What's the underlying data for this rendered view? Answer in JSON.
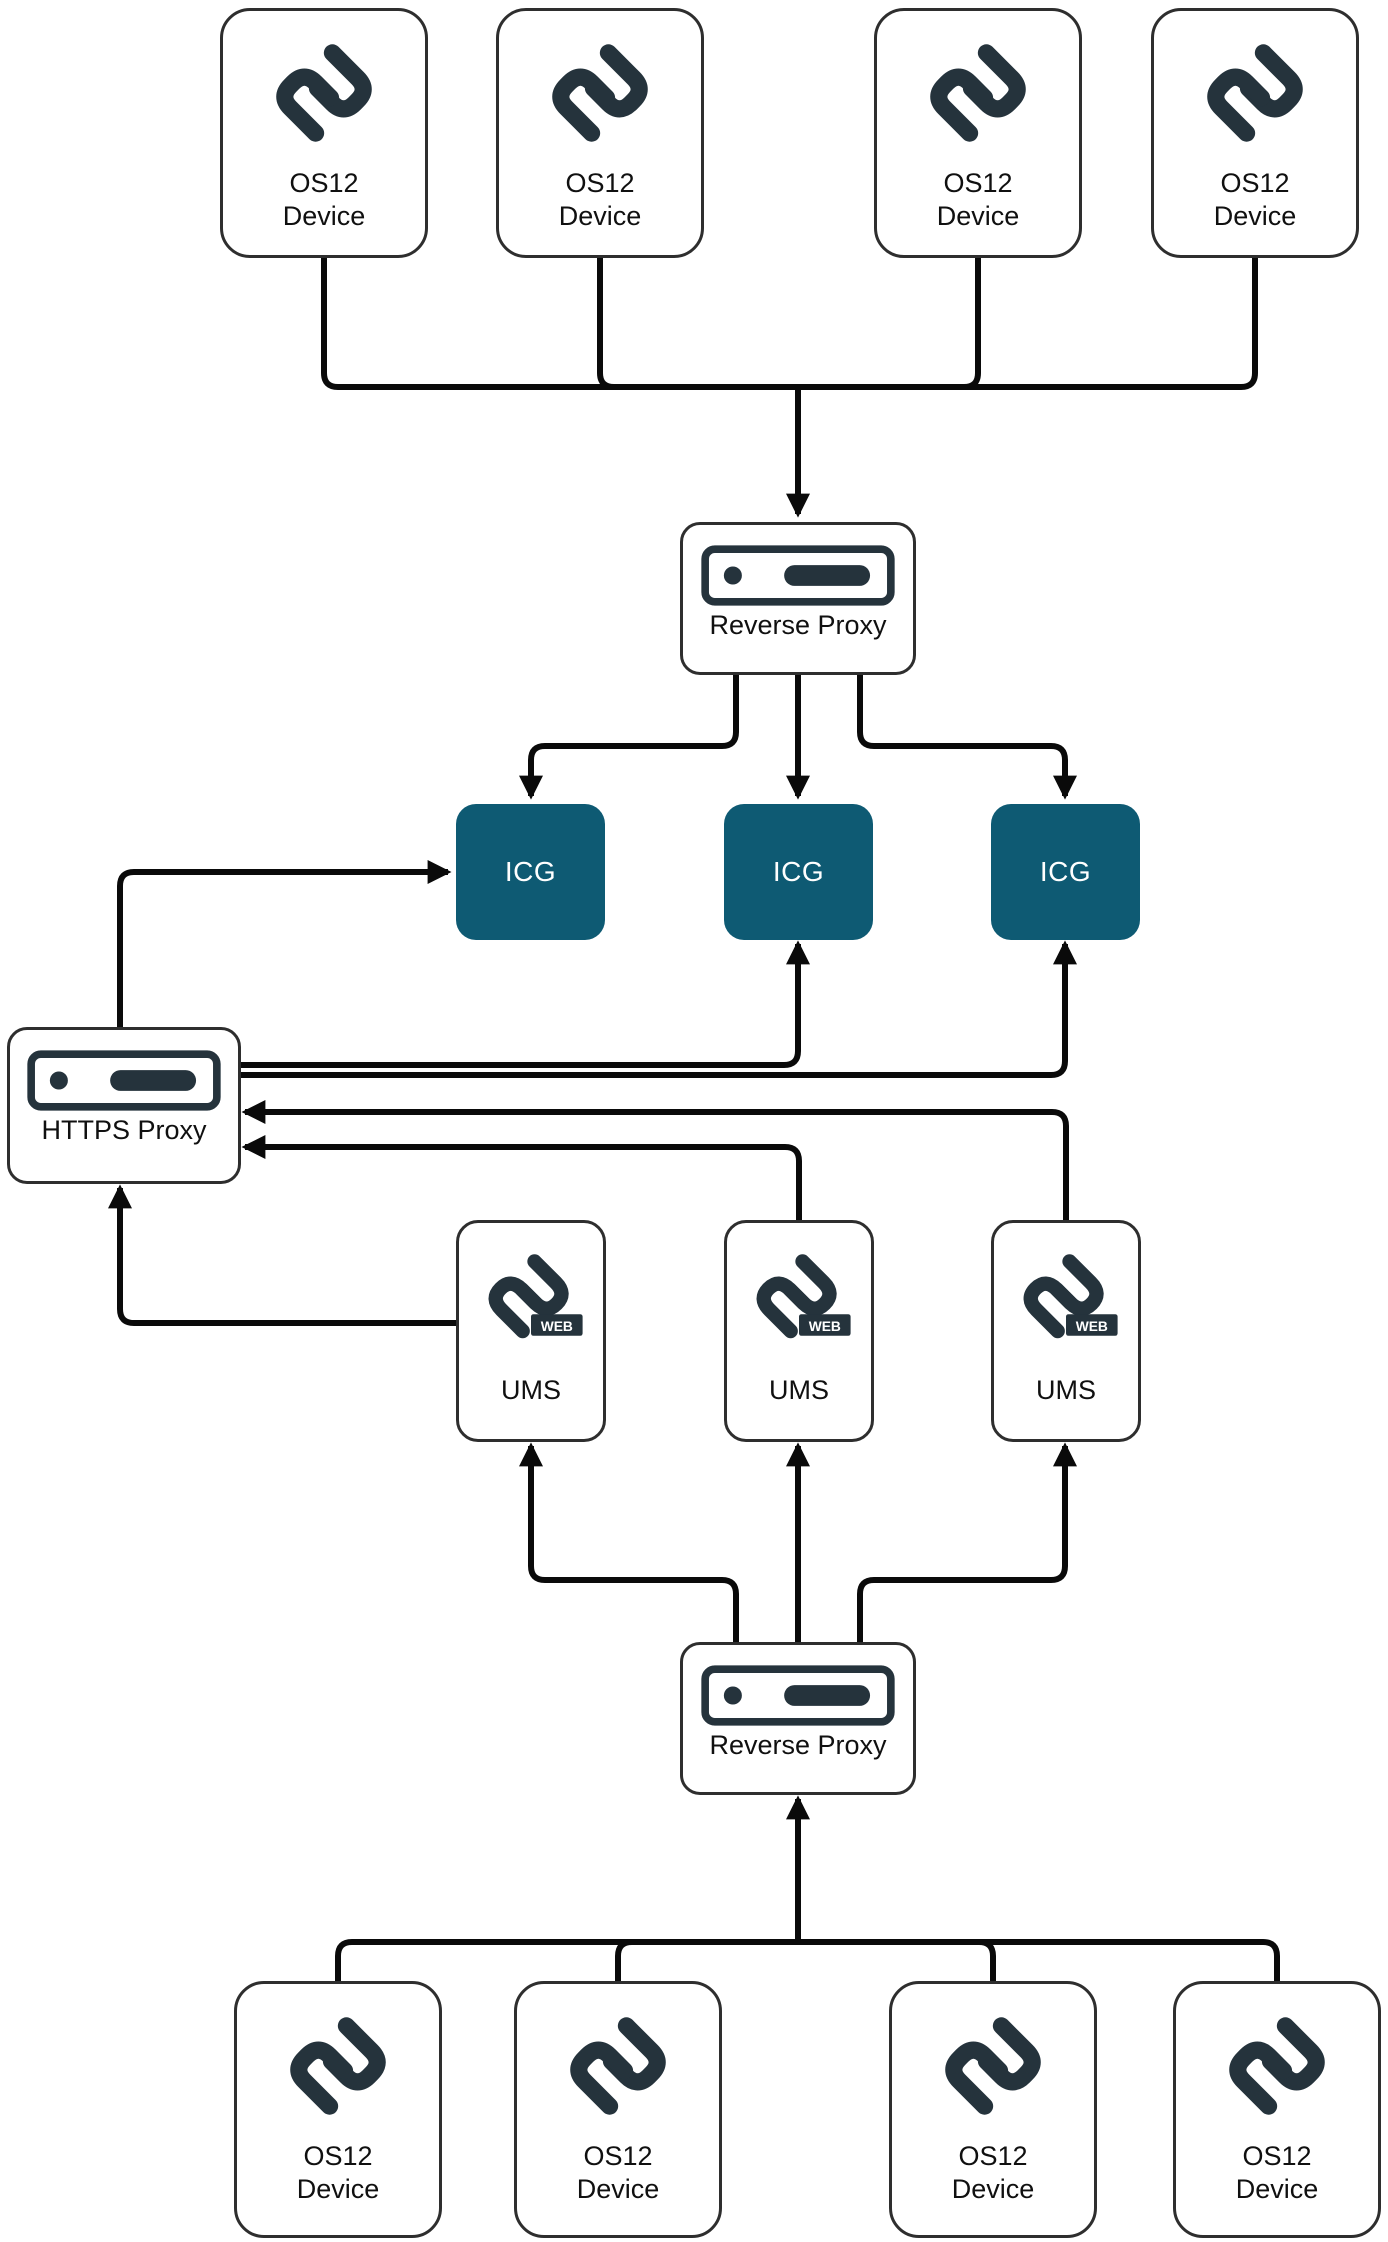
{
  "diagram": {
    "colors": {
      "icg_fill": "#0e5a73",
      "logo_dark": "#25333c",
      "connector": "#0a0a0a",
      "node_background": "#ffffff"
    },
    "top_devices": [
      {
        "label": "OS12 Device"
      },
      {
        "label": "OS12 Device"
      },
      {
        "label": "OS12 Device"
      },
      {
        "label": "OS12 Device"
      }
    ],
    "reverse_proxy_top": {
      "label": "Reverse Proxy"
    },
    "icg_nodes": [
      {
        "label": "ICG"
      },
      {
        "label": "ICG"
      },
      {
        "label": "ICG"
      }
    ],
    "https_proxy": {
      "label": "HTTPS Proxy"
    },
    "ums_nodes": [
      {
        "label": "UMS"
      },
      {
        "label": "UMS"
      },
      {
        "label": "UMS"
      }
    ],
    "ums_badge": "WEB",
    "reverse_proxy_bottom": {
      "label": "Reverse Proxy"
    },
    "bottom_devices": [
      {
        "label": "OS12 Device"
      },
      {
        "label": "OS12 Device"
      },
      {
        "label": "OS12 Device"
      },
      {
        "label": "OS12 Device"
      }
    ]
  }
}
